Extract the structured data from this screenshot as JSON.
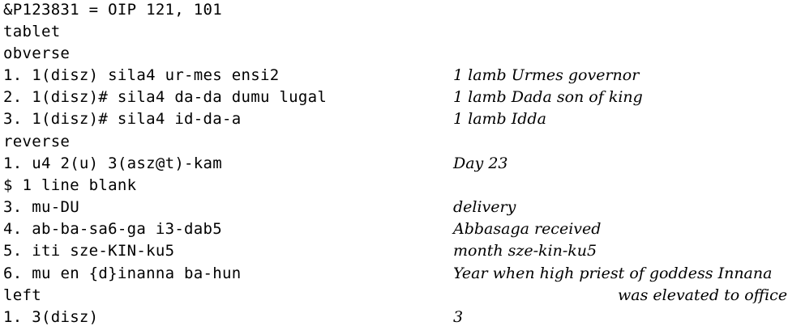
{
  "header": {
    "id_line": "&P123831 = OIP 121, 101",
    "object": "tablet"
  },
  "obverse": {
    "label": "obverse",
    "lines": [
      {
        "n": "1.",
        "text": "1(disz) sila4 ur-mes ensi2",
        "translation": "1 lamb Urmes governor"
      },
      {
        "n": "2.",
        "text": "1(disz)# sila4 da-da dumu lugal",
        "translation": "1 lamb Dada son of king"
      },
      {
        "n": "3.",
        "text": "1(disz)# sila4 id-da-a",
        "translation": "1 lamb Idda"
      }
    ]
  },
  "reverse": {
    "label": "reverse",
    "line1": {
      "n": "1.",
      "text": "u4 2(u) 3(asz@t)-kam",
      "translation": "Day 23"
    },
    "blank_note": "$ 1 line blank",
    "lines": [
      {
        "n": "3.",
        "text": "mu-DU",
        "translation": "delivery"
      },
      {
        "n": "4.",
        "text": "ab-ba-sa6-ga i3-dab5",
        "translation": "Abbasaga received"
      },
      {
        "n": "5.",
        "text": "iti sze-KIN-ku5",
        "translation": "month sze-kin-ku5"
      },
      {
        "n": "6.",
        "text": "mu en {d}inanna ba-hun",
        "translation": "Year when high priest of goddess Innana",
        "translation_cont": "was elevated to office"
      }
    ]
  },
  "left": {
    "label": "left",
    "lines": [
      {
        "n": "1.",
        "text": "3(disz)",
        "translation": "3"
      }
    ]
  }
}
